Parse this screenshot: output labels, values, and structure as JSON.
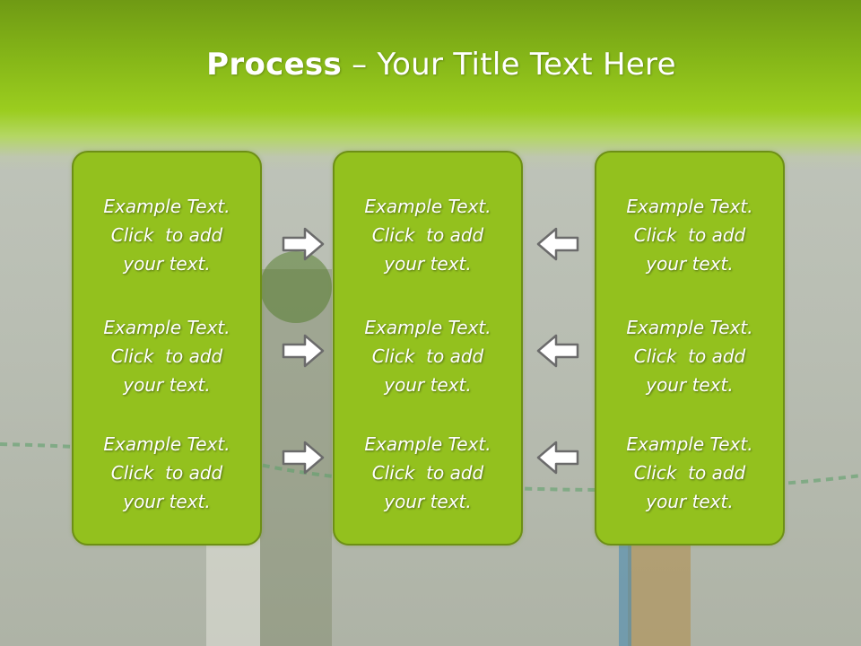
{
  "title": {
    "bold": "Process",
    "rest": " – Your Title Text Here"
  },
  "columns": [
    {
      "items": [
        {
          "line1": "Example Text.",
          "line2": "Click  to add",
          "line3": "your text."
        },
        {
          "line1": "Example Text.",
          "line2": "Click  to add",
          "line3": "your text."
        },
        {
          "line1": "Example Text.",
          "line2": "Click  to add",
          "line3": "your text."
        }
      ]
    },
    {
      "items": [
        {
          "line1": "Example Text.",
          "line2": "Click  to add",
          "line3": "your text."
        },
        {
          "line1": "Example Text.",
          "line2": "Click  to add",
          "line3": "your text."
        },
        {
          "line1": "Example Text.",
          "line2": "Click  to add",
          "line3": "your text."
        }
      ]
    },
    {
      "items": [
        {
          "line1": "Example Text.",
          "line2": "Click  to add",
          "line3": "your text."
        },
        {
          "line1": "Example Text.",
          "line2": "Click  to add",
          "line3": "your text."
        },
        {
          "line1": "Example Text.",
          "line2": "Click  to add",
          "line3": "your text."
        }
      ]
    }
  ],
  "colors": {
    "accent": "#93c11e",
    "border": "#6d8f16",
    "title_bar": "#86b718"
  },
  "icons": {
    "left_arrows": "right-arrow-icon",
    "right_arrows": "left-arrow-icon"
  }
}
